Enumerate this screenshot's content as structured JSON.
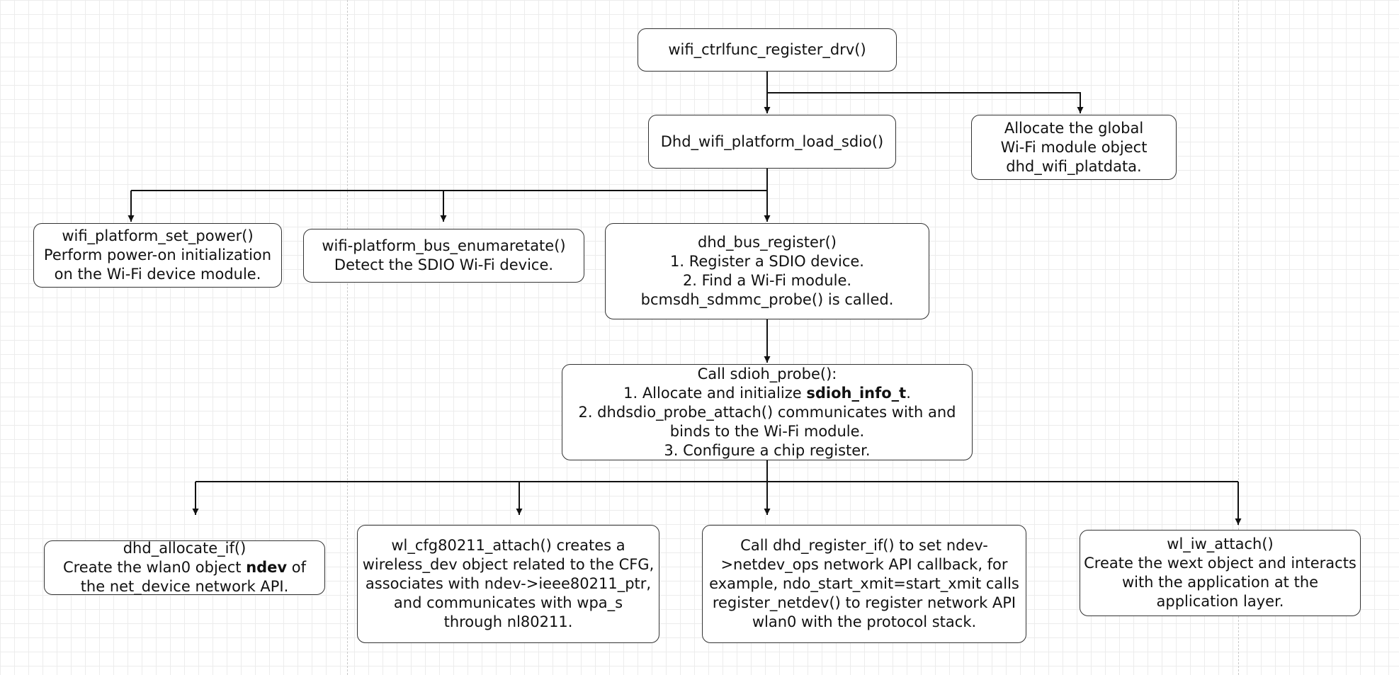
{
  "nodes": {
    "ctrlfunc": {
      "title": "wifi_ctrlfunc_register_drv()"
    },
    "load_sdio": {
      "title": "Dhd_wifi_platform_load_sdio()"
    },
    "allocate_global": {
      "lines": [
        "Allocate the global",
        "Wi-Fi module object",
        "dhd_wifi_platdata."
      ]
    },
    "set_power": {
      "title": "wifi_platform_set_power()",
      "lines": [
        "Perform power-on initialization",
        "on the Wi-Fi device module."
      ]
    },
    "bus_enum": {
      "title": "wifi-platform_bus_enumaretate()",
      "lines": [
        "Detect the SDIO Wi-Fi device."
      ]
    },
    "bus_register": {
      "title": "dhd_bus_register()",
      "lines": [
        "1. Register a SDIO device.",
        "2. Find a Wi-Fi module.",
        "bcmsdh_sdmmc_probe() is called."
      ]
    },
    "sdioh_probe": {
      "title": "Call sdioh_probe():",
      "line1_prefix": "1. Allocate and initialize ",
      "line1_bold": "sdioh_info_t",
      "line1_suffix": ".",
      "lines": [
        "2. dhdsdio_probe_attach() communicates with and",
        "binds to the Wi-Fi module.",
        "3. Configure a chip register."
      ]
    },
    "allocate_if": {
      "title": "dhd_allocate_if()",
      "line1_prefix": "Create the wlan0 object ",
      "line1_bold": "ndev",
      "line1_suffix": " of",
      "lines": [
        "the net_device network API."
      ]
    },
    "cfg80211": {
      "lines": [
        "wl_cfg80211_attach() creates a",
        "wireless_dev object related to the CFG,",
        "associates with ndev->ieee80211_ptr,",
        "and communicates with wpa_s",
        "through nl80211."
      ]
    },
    "register_if": {
      "lines": [
        "Call dhd_register_if() to set ndev-",
        ">netdev_ops network API callback, for",
        "example, ndo_start_xmit=start_xmit calls",
        "register_netdev() to register network API",
        "wlan0 with the protocol stack."
      ]
    },
    "iw_attach": {
      "title": "wl_iw_attach()",
      "lines": [
        "Create the wext object and interacts",
        "with the application at the",
        "application layer."
      ]
    }
  }
}
